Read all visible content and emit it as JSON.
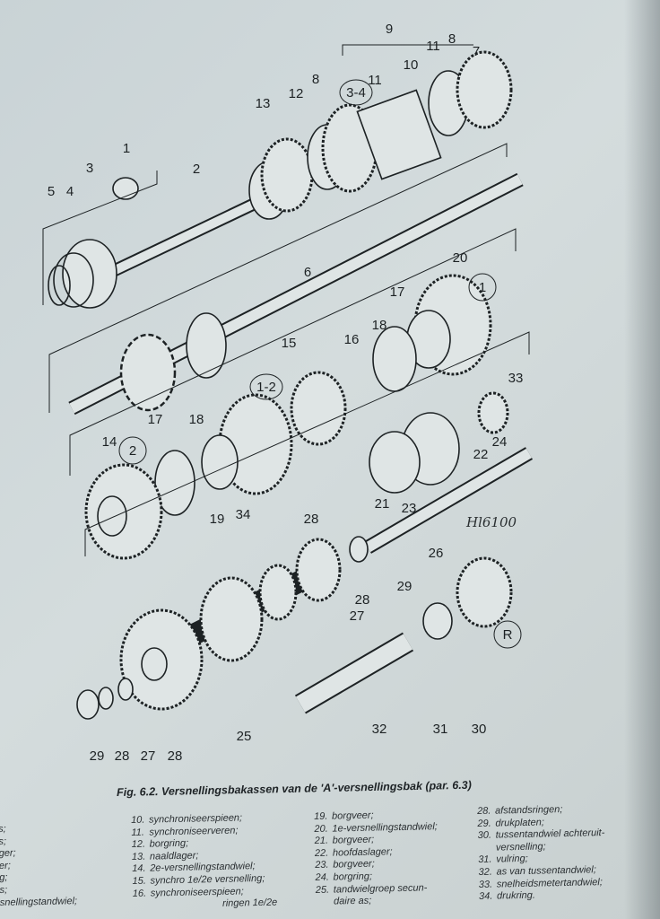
{
  "figure": {
    "caption": "Fig. 6.2. Versnellingsbakassen van de 'A'-versnellingsbak (par. 6.3)",
    "handwritten_note": "Hl6100",
    "callouts": [
      "1",
      "2",
      "3",
      "4",
      "5",
      "6",
      "7",
      "8",
      "8",
      "9",
      "10",
      "11",
      "11",
      "12",
      "13",
      "3-4",
      "14",
      "2",
      "15",
      "16",
      "17",
      "17",
      "18",
      "18",
      "19",
      "20",
      "1",
      "1-2",
      "21",
      "22",
      "23",
      "24",
      "33",
      "34",
      "26",
      "27",
      "28",
      "28",
      "29",
      "R",
      "30",
      "31",
      "32",
      "25",
      "29",
      "28",
      "27",
      "28"
    ]
  },
  "legend": {
    "col0": [
      "s;",
      "s;",
      "ger;",
      "er;",
      "g;",
      "s;",
      "snellingstandwiel;"
    ],
    "col1": [
      {
        "n": "10.",
        "t": "synchroniseerspieen;"
      },
      {
        "n": "11.",
        "t": "synchroniseerveren;"
      },
      {
        "n": "12.",
        "t": "borgring;"
      },
      {
        "n": "13.",
        "t": "naaldlager;"
      },
      {
        "n": "14.",
        "t": "2e-versnellingstandwiel;"
      },
      {
        "n": "15.",
        "t": "synchro 1e/2e versnelling;"
      },
      {
        "n": "16.",
        "t": "synchroniseerspieen;"
      },
      {
        "n": "",
        "t": "ringen 1e/2e"
      }
    ],
    "col2": [
      {
        "n": "19.",
        "t": "borgveer;"
      },
      {
        "n": "20.",
        "t": "1e-versnellingstandwiel;"
      },
      {
        "n": "21.",
        "t": "borgveer;"
      },
      {
        "n": "22.",
        "t": "hoofdaslager;"
      },
      {
        "n": "23.",
        "t": "borgveer;"
      },
      {
        "n": "24.",
        "t": "borgring;"
      },
      {
        "n": "25.",
        "t": "tandwielgroep secun-"
      },
      {
        "n": "",
        "t": "daire as;"
      }
    ],
    "col3": [
      {
        "n": "28.",
        "t": "afstandsringen;"
      },
      {
        "n": "29.",
        "t": "drukplaten;"
      },
      {
        "n": "30.",
        "t": "tussentandwiel achteruit-"
      },
      {
        "n": "",
        "t": "versnelling;"
      },
      {
        "n": "31.",
        "t": "vulring;"
      },
      {
        "n": "32.",
        "t": "as van tussentandwiel;"
      },
      {
        "n": "33.",
        "t": "snelheidsmetertandwiel;"
      },
      {
        "n": "34.",
        "t": "drukring."
      }
    ]
  }
}
